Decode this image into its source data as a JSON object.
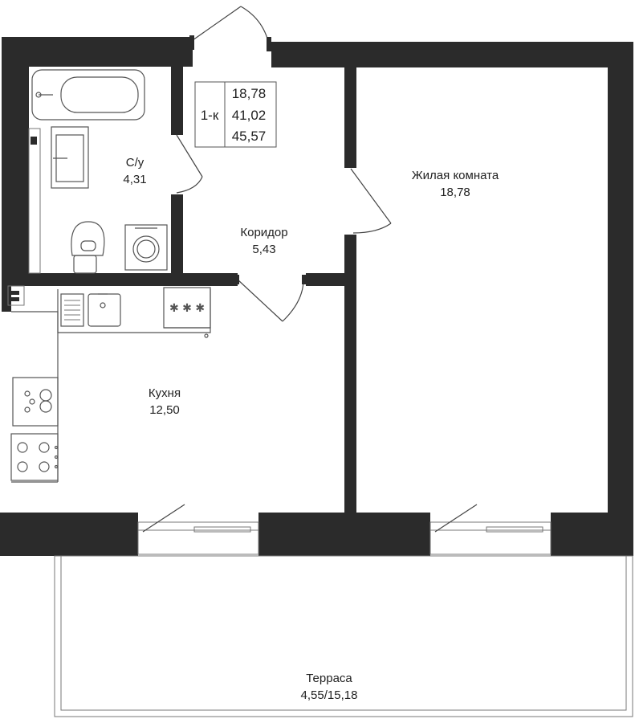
{
  "colors": {
    "wall": "#2b2b2b",
    "line": "#555555",
    "background": "#ffffff"
  },
  "apartment_info": {
    "type": "1-к",
    "living_area": "18,78",
    "total_area": "41,02",
    "total_area_with_terrace": "45,57"
  },
  "rooms": {
    "bathroom": {
      "name": "С/у",
      "area": "4,31"
    },
    "corridor": {
      "name": "Коридор",
      "area": "5,43"
    },
    "living_room": {
      "name": "Жилая комната",
      "area": "18,78"
    },
    "kitchen": {
      "name": "Кухня",
      "area": "12,50"
    },
    "terrace": {
      "name": "Терраса",
      "area": "4,55/15,18"
    }
  },
  "icons": [
    "bathtub-icon",
    "sink-icon",
    "toilet-icon",
    "washing-machine-icon",
    "kitchen-sink-icon",
    "stove-icon",
    "cooktop-icon",
    "oven-icon",
    "door-icon",
    "window-icon"
  ]
}
